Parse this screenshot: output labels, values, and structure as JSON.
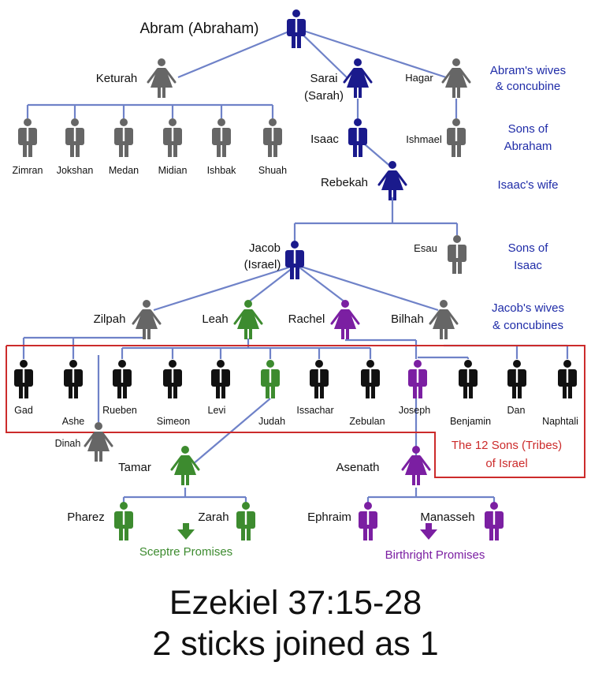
{
  "colors": {
    "line": "#6f82c8",
    "navy": "#1a1a8c",
    "gray": "#666666",
    "black": "#111111",
    "green": "#3d8b2f",
    "purple": "#7b1fa2",
    "red": "#cc2b2b",
    "blueText": "#1f2ca8"
  },
  "people": {
    "abram": "Abram (Abraham)",
    "keturah": "Keturah",
    "sarai_1": "Sarai",
    "sarai_2": "(Sarah)",
    "hagar": "Hagar",
    "zimran": "Zimran",
    "jokshan": "Jokshan",
    "medan": "Medan",
    "midian": "Midian",
    "ishbak": "Ishbak",
    "shuah": "Shuah",
    "isaac": "Isaac",
    "ishmael": "Ishmael",
    "rebekah": "Rebekah",
    "jacob_1": "Jacob",
    "jacob_2": "(Israel)",
    "esau": "Esau",
    "zilpah": "Zilpah",
    "leah": "Leah",
    "rachel": "Rachel",
    "bilhah": "Bilhah",
    "gad": "Gad",
    "ashe": "Ashe",
    "rueben": "Rueben",
    "simeon": "Simeon",
    "levi": "Levi",
    "judah": "Judah",
    "issachar": "Issachar",
    "zebulan": "Zebulan",
    "joseph": "Joseph",
    "benjamin": "Benjamin",
    "dan": "Dan",
    "naphtali": "Naphtali",
    "dinah": "Dinah",
    "tamar": "Tamar",
    "asenath": "Asenath",
    "pharez": "Pharez",
    "zarah": "Zarah",
    "ephraim": "Ephraim",
    "manasseh": "Manasseh"
  },
  "legend": {
    "wives_1": "Abram's wives",
    "wives_2": "& concubine",
    "sons_abraham_1": "Sons of",
    "sons_abraham_2": "Abraham",
    "isaacs_wife": "Isaac's wife",
    "sons_isaac_1": "Sons of",
    "sons_isaac_2": "Isaac",
    "jacob_wives_1": "Jacob's wives",
    "jacob_wives_2": "& concubines",
    "tribes_1": "The 12 Sons (Tribes)",
    "tribes_2": "of Israel"
  },
  "promises": {
    "sceptre": "Sceptre Promises",
    "birthright": "Birthright Promises"
  },
  "caption": {
    "line1": "Ezekiel 37:15-28",
    "line2": "2 sticks joined as 1"
  }
}
